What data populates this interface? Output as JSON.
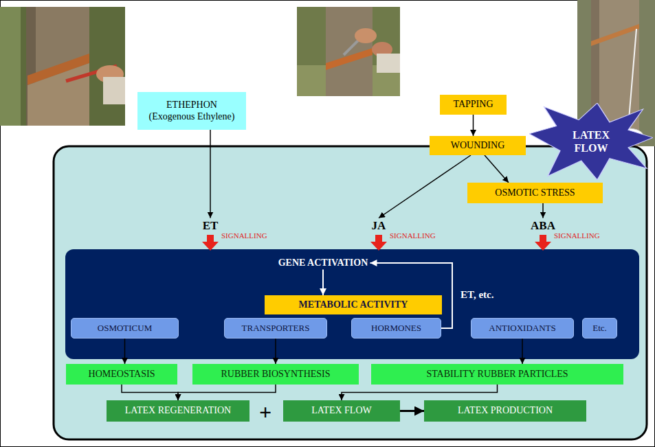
{
  "diagram": {
    "nodes": [
      {
        "text": [
          "ETHEPHON",
          "(Exogenous Ethylene)"
        ]
      },
      {
        "text": [
          "TAPPING"
        ]
      },
      {
        "text": [
          "WOUNDING"
        ]
      },
      {
        "text": [
          "LATEX FLOW"
        ]
      },
      {
        "text": [
          "OSMOTIC STRESS"
        ]
      },
      {
        "text": [
          "ET"
        ]
      },
      {
        "text": [
          "JA"
        ]
      },
      {
        "text": [
          "ABA"
        ]
      },
      {
        "text": [
          "GENE ACTIVATION"
        ]
      },
      {
        "text": [
          "METABOLIC ACTIVITY"
        ]
      },
      {
        "text": [
          "OSMOTICUM"
        ]
      },
      {
        "text": [
          "TRANSPORTERS"
        ]
      },
      {
        "text": [
          "HORMONES"
        ]
      },
      {
        "text": [
          "ANTIOXIDANTS"
        ]
      },
      {
        "text": [
          "Etc."
        ]
      },
      {
        "text": [
          "HOMEOSTASIS"
        ]
      },
      {
        "text": [
          "RUBBER BIOSYNTHESIS"
        ]
      },
      {
        "text": [
          "STABILITY RUBBER PARTICLES"
        ]
      },
      {
        "text": [
          "LATEX REGENERATION"
        ]
      },
      {
        "text": [
          "LATEX FLOW"
        ]
      },
      {
        "text": [
          "LATEX PRODUCTION"
        ]
      }
    ],
    "edges": [
      {
        "from": 0,
        "to": 5,
        "arrow": "to"
      },
      {
        "from": 1,
        "to": 2,
        "arrow": "to"
      },
      {
        "from": 2,
        "to": 6,
        "arrow": "to"
      },
      {
        "from": 2,
        "to": 4,
        "arrow": "to"
      },
      {
        "from": 4,
        "to": 7,
        "arrow": "to"
      },
      {
        "from": 8,
        "to": 9,
        "arrow": "to"
      },
      {
        "from": 12,
        "to": 8,
        "label": "ET, etc.",
        "arrow": "to"
      },
      {
        "from": 10,
        "to": 15,
        "arrow": "to"
      },
      {
        "from": 11,
        "to": 16,
        "arrow": "to"
      },
      {
        "from": 13,
        "to": 17,
        "arrow": "to"
      },
      {
        "from": 15,
        "to": 18,
        "arrow": "to"
      },
      {
        "from": 16,
        "to": 18,
        "arrow": "to"
      },
      {
        "from": 17,
        "to": 19,
        "arrow": "to"
      },
      {
        "from": 19,
        "to": 20,
        "arrow": "to"
      }
    ],
    "labels": [
      "SIGNALLING",
      "SIGNALLING",
      "SIGNALLING",
      "+"
    ]
  }
}
